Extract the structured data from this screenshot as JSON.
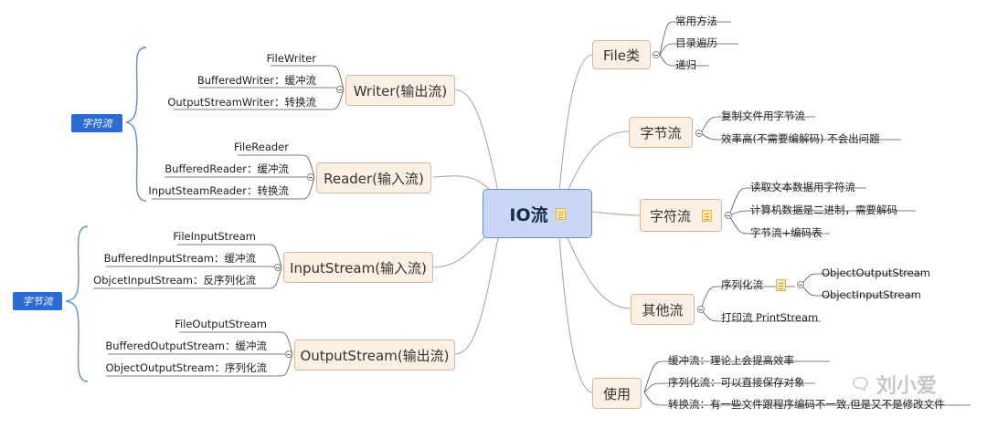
{
  "root": {
    "label": "IO流",
    "icon": "note-icon"
  },
  "right": {
    "file": {
      "label": "File类",
      "items": [
        "常用方法",
        "目录遍历",
        "递归"
      ]
    },
    "bytestream": {
      "label": "字节流",
      "items": [
        "复制文件用字节流",
        "效率高(不需要编解码) 不会出问题"
      ]
    },
    "charstream": {
      "label": "字符流",
      "icon": "note-icon",
      "items": [
        "读取文本数据用字符流",
        "计算机数据是二进制，需要解码",
        "字节流+编码表"
      ]
    },
    "other": {
      "label": "其他流",
      "serial": {
        "label": "序列化流",
        "icon": "note-icon",
        "items": [
          "ObjectOutputStream",
          "ObjectInputStream"
        ]
      },
      "print": {
        "label": "打印流 PrintStream"
      }
    },
    "usage": {
      "label": "使用",
      "items": [
        "缓冲流：理论上会提高效率",
        "序列化流：可以直接保存对象",
        "转换流：有一些文件跟程序编码不一致,但是又不是修改文件"
      ]
    }
  },
  "left": {
    "writer": {
      "label": "Writer(输出流)",
      "items": [
        "FileWriter",
        "BufferedWriter：缓冲流",
        "OutputStreamWriter：转换流"
      ]
    },
    "reader": {
      "label": "Reader(输入流)",
      "items": [
        "FileReader",
        "BufferedReader：缓冲流",
        "InputSteamReader：转换流"
      ]
    },
    "inputstream": {
      "label": "InputStream(输入流)",
      "items": [
        "FileInputStream",
        "BufferedInputStream：缓冲流",
        "ObjcetInputStream：反序列化流"
      ]
    },
    "outputstream": {
      "label": "OutputStream(输出流)",
      "items": [
        "FileOutputStream",
        "BufferedOutputStream：缓冲流",
        "ObjectOutputStream：序列化流"
      ]
    },
    "group_char": {
      "label": "字符流"
    },
    "group_byte": {
      "label": "字节流"
    }
  },
  "watermark": {
    "label": "刘小爱",
    "icon": "wechat-icon"
  },
  "colors": {
    "root_fill": "#c8d8f4",
    "topic_fill": "#fcefe3",
    "side_label": "#2c6bd4",
    "line": "#a8a8a8"
  }
}
